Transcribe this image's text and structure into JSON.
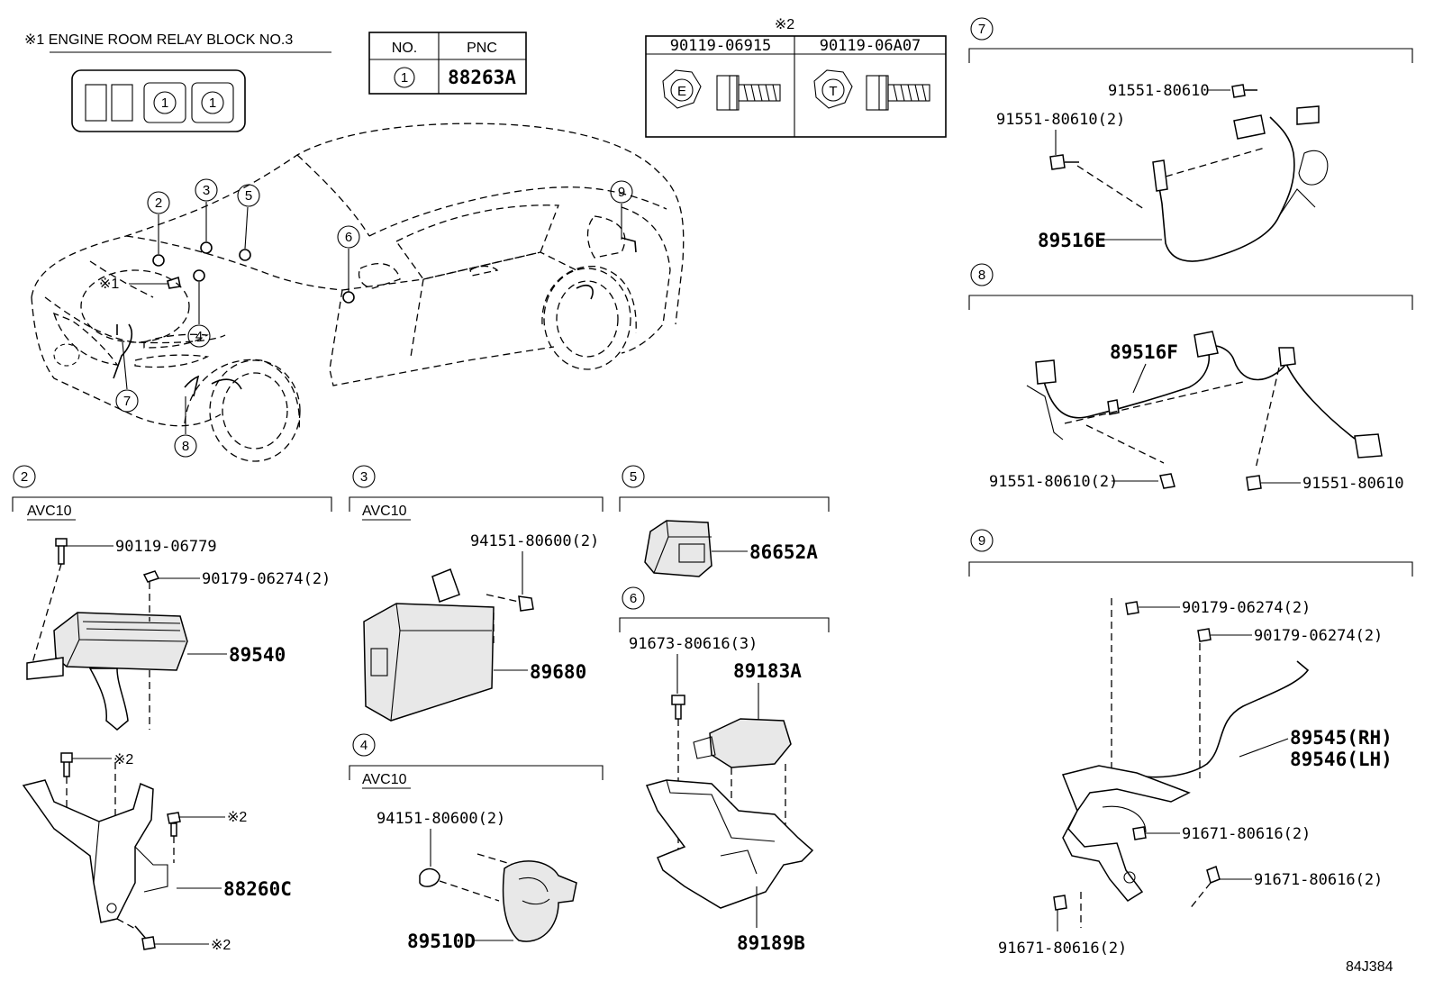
{
  "header": {
    "relay_block_title": "※1 ENGINE ROOM RELAY BLOCK NO.3",
    "pnc_table": {
      "col_no": "NO.",
      "col_pnc": "PNC",
      "row_no": "1",
      "row_pnc": "88263A"
    },
    "bolt_table": {
      "mark": "※2",
      "bolt_a": "90119-06915",
      "bolt_b": "90119-06A07",
      "bolt_a_symbol": "E",
      "bolt_b_symbol": "T"
    },
    "relay_markers": [
      "1",
      "1"
    ]
  },
  "car": {
    "callouts": [
      "2",
      "3",
      "5",
      "6",
      "9",
      "4",
      "7",
      "8"
    ],
    "relay_ref": "※1"
  },
  "sections": {
    "s2": {
      "num": "2",
      "sub": "AVC10",
      "parts": [
        "90119-06779",
        "90179-06274(2)",
        "89540",
        "※2",
        "※2",
        "88260C",
        "※2"
      ]
    },
    "s3": {
      "num": "3",
      "sub": "AVC10",
      "parts": [
        "94151-80600(2)",
        "89680"
      ]
    },
    "s4": {
      "num": "4",
      "sub": "AVC10",
      "parts": [
        "94151-80600(2)",
        "89510D"
      ]
    },
    "s5": {
      "num": "5",
      "parts": [
        "86652A"
      ]
    },
    "s6": {
      "num": "6",
      "parts": [
        "91673-80616(3)",
        "89183A",
        "89189B"
      ]
    },
    "s7": {
      "num": "7",
      "parts": [
        "91551-80610",
        "91551-80610(2)",
        "89516E"
      ]
    },
    "s8": {
      "num": "8",
      "parts": [
        "89516F",
        "91551-80610(2)",
        "91551-80610"
      ]
    },
    "s9": {
      "num": "9",
      "parts": [
        "90179-06274(2)",
        "90179-06274(2)",
        "89545(RH)",
        "89546(LH)",
        "91671-80616(2)",
        "91671-80616(2)",
        "91671-80616(2)"
      ]
    }
  },
  "footer": {
    "code": "84J384"
  }
}
